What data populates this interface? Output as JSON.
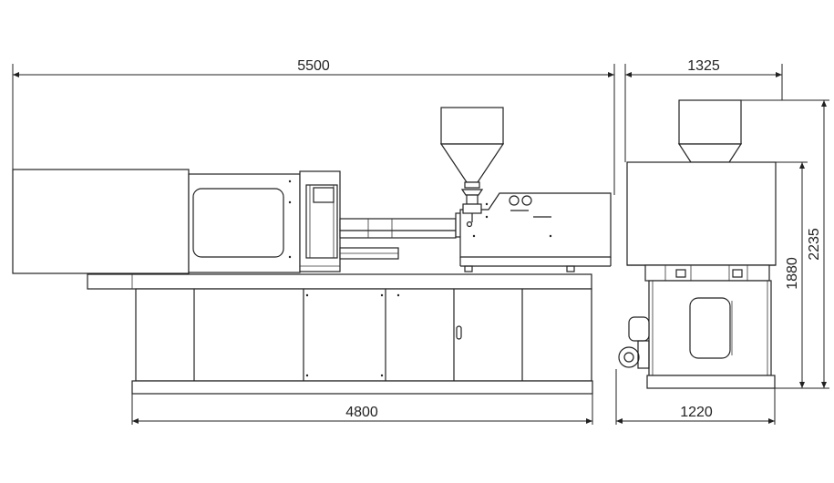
{
  "dimensions": {
    "overall_length": "5500",
    "base_length": "4800",
    "side_top_width": "1325",
    "side_base_width": "1220",
    "overall_height": "2235",
    "body_height": "1880"
  },
  "colors": {
    "line": "#222222",
    "background": "#ffffff"
  }
}
